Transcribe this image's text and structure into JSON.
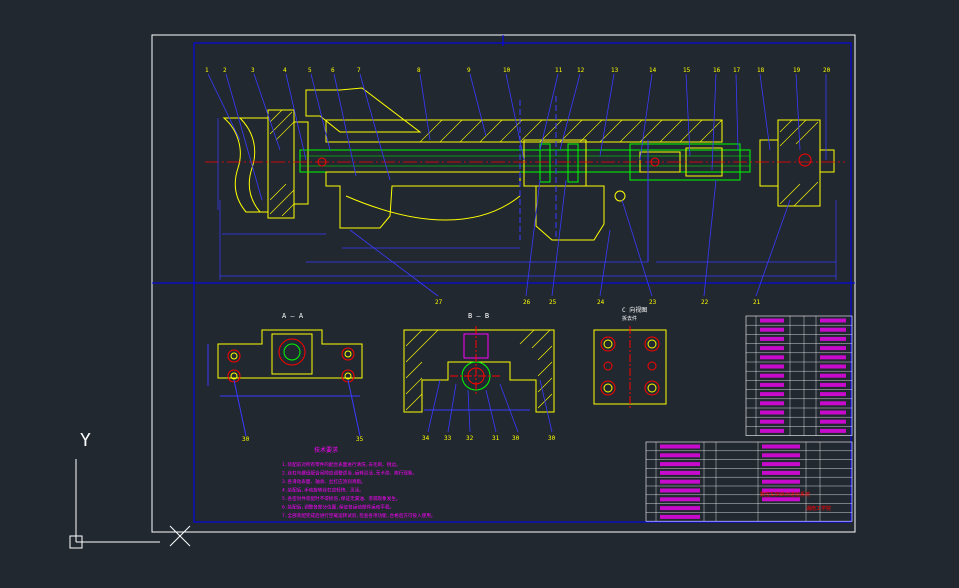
{
  "colors": {
    "background": "#212830",
    "sheet_border": "#ffffff",
    "frame": "#0000ff",
    "part": "#ffff00",
    "section": "#00ff00",
    "hatch": "#ffff00",
    "center": "#ff0000",
    "leader": "#3a3aff",
    "note_text": "#ff00ff",
    "table_text": "#ff00ff"
  },
  "views": {
    "section_a": "A — A",
    "section_b": "B — B",
    "side_view_title": "C 向视图",
    "side_view_sub": "拆去件"
  },
  "balloons_top": [
    "1",
    "2",
    "3",
    "4",
    "5",
    "6",
    "7",
    "8",
    "9",
    "10",
    "11",
    "12",
    "13",
    "14",
    "15",
    "16",
    "17",
    "18",
    "19",
    "20"
  ],
  "balloons_bottom": [
    "27",
    "26",
    "25",
    "24",
    "23",
    "22",
    "21"
  ],
  "balloons_section_a": [
    "30",
    "35"
  ],
  "balloons_section_b": [
    "34",
    "33",
    "32",
    "31",
    "30",
    "30"
  ],
  "notes": {
    "title": "技术要求",
    "lines": [
      "1.装配前对所有零件的配合表面进行清洗,去毛刺、锐边。",
      "2.丝杠与螺母配合间隙应调整适当,运转灵活,无卡滞、爬行现象。",
      "3.各滑动表面、轴承、丝杠应涂润滑脂。",
      "4.装配后,手动旋转丝杠应轻快、灵活。",
      "5.各密封件装配时不得损伤,保证无漏油、渗漏现象发生。",
      "6.装配后,调整各部分位置,保证各运动部件运动平稳。",
      "7.全部装配完成后进行空载运转试验,检查各项功能,合格后方可投入使用。"
    ]
  },
  "ucs": {
    "x_label": "X",
    "y_label": "Y"
  },
  "title_block": {
    "school": "湖南工学院",
    "drawing_name": "数控车床纵向进给系统",
    "scale_label": "比例",
    "sheet_label": "共 张"
  }
}
